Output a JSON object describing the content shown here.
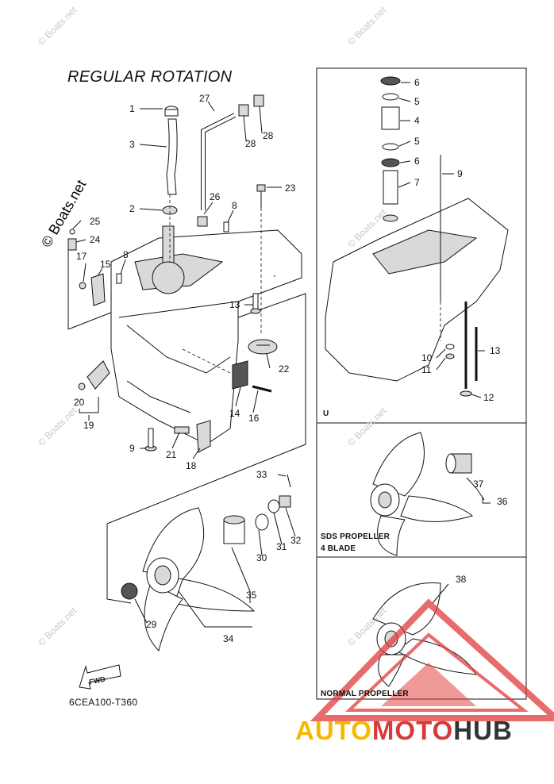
{
  "title": "REGULAR ROTATION",
  "diagram_code": "6CEA100-T360",
  "panels": {
    "u_label": "U",
    "sds_label_line1": "SDS PROPELLER",
    "sds_label_line2": "4 BLADE",
    "normal_label": "NORMAL PROPELLER"
  },
  "fwd_label": "FWD",
  "watermark_text": "© Boats.net",
  "brand": {
    "auto": "AUTO",
    "moto": "MOTO",
    "hub": "HUB",
    "color_auto": "#f5b800",
    "color_moto": "#d63a3a",
    "color_hub": "#333333"
  },
  "callouts": {
    "n1": "1",
    "n2": "2",
    "n3": "3",
    "n4": "4",
    "n5a": "5",
    "n5b": "5",
    "n6a": "6",
    "n6b": "6",
    "n7": "7",
    "n8a": "8",
    "n8b": "8",
    "n9a": "9",
    "n9b": "9",
    "n10": "10",
    "n11": "11",
    "n12": "12",
    "n13a": "13",
    "n13b": "13",
    "n14": "14",
    "n15": "15",
    "n16": "16",
    "n17": "17",
    "n18": "18",
    "n19": "19",
    "n20": "20",
    "n21": "21",
    "n22": "22",
    "n23": "23",
    "n24": "24",
    "n25": "25",
    "n26": "26",
    "n27": "27",
    "n28a": "28",
    "n28b": "28",
    "n29": "29",
    "n30": "30",
    "n31": "31",
    "n32": "32",
    "n33": "33",
    "n34": "34",
    "n35": "35",
    "n36": "36",
    "n37": "37",
    "n38": "38"
  }
}
